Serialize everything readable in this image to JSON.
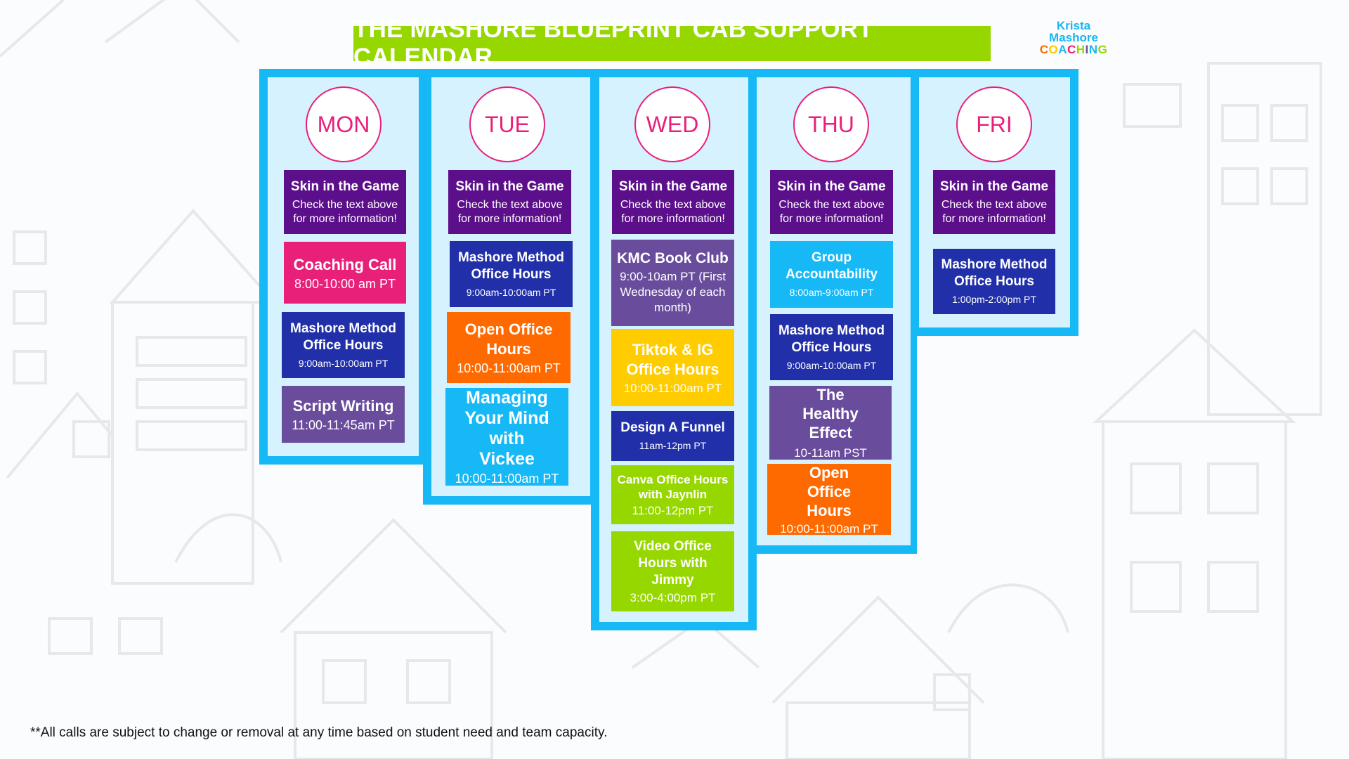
{
  "header": {
    "title": "THE MASHORE BLUEPRINT CAB SUPPORT CALENDAR",
    "logo": {
      "line1": "Krista",
      "line2": "Mashore",
      "line3": [
        "C",
        "O",
        "A",
        "C",
        "H",
        "I",
        "N",
        "G"
      ],
      "line3_colors": [
        "#ff6a00",
        "#ffcc00",
        "#1ab5f0",
        "#e8207a",
        "#97d700",
        "#6a4c9c",
        "#1ab5f0",
        "#97d700"
      ]
    }
  },
  "colors": {
    "frame": "#17b8f6",
    "title_bg": "#97d700",
    "day_accent": "#e8207a",
    "dark_purple": "#5c0f8b",
    "magenta": "#e8207a",
    "navy": "#2130a9",
    "violet": "#6a4c9c",
    "orange": "#ff6a00",
    "sky": "#17b8f6",
    "yellow": "#ffcc00",
    "lime": "#97d700"
  },
  "days": [
    {
      "label": "MON",
      "events": [
        {
          "title": "Skin in the Game",
          "subtitle": "Check the text above for more information!",
          "color": "dark_purple"
        },
        {
          "title": "Coaching Call",
          "subtitle": "8:00-10:00 am PT",
          "color": "magenta"
        },
        {
          "title": "Mashore Method Office Hours",
          "subtitle": "9:00am-10:00am PT",
          "color": "navy"
        },
        {
          "title": "Script Writing",
          "subtitle": "11:00-11:45am PT",
          "color": "violet"
        }
      ]
    },
    {
      "label": "TUE",
      "events": [
        {
          "title": "Skin in the Game",
          "subtitle": "Check the text above for more information!",
          "color": "dark_purple"
        },
        {
          "title": "Mashore Method Office Hours",
          "subtitle": "9:00am-10:00am PT",
          "color": "navy"
        },
        {
          "title": "Open Office Hours",
          "subtitle": "10:00-11:00am PT",
          "color": "orange"
        },
        {
          "title": "Managing Your Mind with Vickee",
          "subtitle": "10:00-11:00am PT",
          "color": "sky"
        }
      ]
    },
    {
      "label": "WED",
      "events": [
        {
          "title": "Skin in the Game",
          "subtitle": "Check the text above for more information!",
          "color": "dark_purple"
        },
        {
          "title": "KMC Book Club",
          "subtitle": "9:00-10am PT (First Wednesday of each month)",
          "color": "violet"
        },
        {
          "title": "Tiktok & IG Office Hours",
          "subtitle": "10:00-11:00am PT",
          "color": "yellow"
        },
        {
          "title": "Design A Funnel",
          "subtitle": "11am-12pm PT",
          "color": "navy"
        },
        {
          "title": "Canva Office Hours with Jaynlin",
          "subtitle": "11:00-12pm PT",
          "color": "lime"
        },
        {
          "title": "Video Office Hours with Jimmy",
          "subtitle": "3:00-4:00pm PT",
          "color": "lime"
        }
      ]
    },
    {
      "label": "THU",
      "events": [
        {
          "title": "Skin in the Game",
          "subtitle": "Check the text above for more information!",
          "color": "dark_purple"
        },
        {
          "title": "Group Accountability",
          "subtitle": "8:00am-9:00am PT",
          "color": "sky"
        },
        {
          "title": "Mashore Method Office Hours",
          "subtitle": "9:00am-10:00am PT",
          "color": "navy"
        },
        {
          "title": "The Healthy Effect",
          "subtitle": "10-11am PST",
          "color": "violet"
        },
        {
          "title": "Open Office Hours",
          "subtitle": "10:00-11:00am PT",
          "color": "orange"
        }
      ]
    },
    {
      "label": "FRI",
      "events": [
        {
          "title": "Skin in the Game",
          "subtitle": "Check the text above for more information!",
          "color": "dark_purple"
        },
        {
          "title": "Mashore Method Office Hours",
          "subtitle": "1:00pm-2:00pm PT",
          "color": "navy"
        }
      ]
    }
  ],
  "footer": {
    "note": "**All calls are subject to change or removal at any time based on student need and team capacity."
  }
}
